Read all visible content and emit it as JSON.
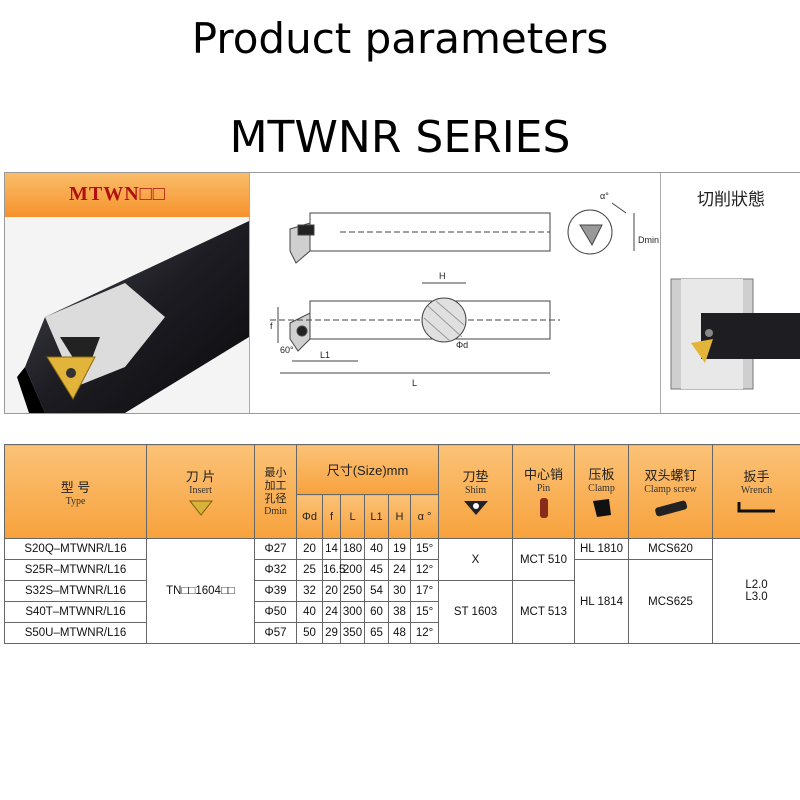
{
  "title_line1": "Product parameters",
  "title_line2": "MTWNR SERIES",
  "figure": {
    "series_label": "MTWN□□",
    "state_label": "切削狀態",
    "dim_H": "H",
    "dim_f": "f",
    "dim_L1": "L1",
    "dim_L": "L",
    "dim_d": "Φd",
    "dim_dmin": "Dmin",
    "dim_alpha": "α°",
    "dim_angle": "60°"
  },
  "headers": {
    "type_cn": "型 号",
    "type_en": "Type",
    "insert_cn": "刀 片",
    "insert_en": "Insert",
    "dmin_cn": "最小\n加工\n孔径",
    "dmin_en": "Dmin",
    "size": "尺寸(Size)mm",
    "shim_cn": "刀垫",
    "shim_en": "Shim",
    "pin_cn": "中心销",
    "pin_en": "Pin",
    "clamp_cn": "压板",
    "clamp_en": "Clamp",
    "screw_cn": "双头螺钉",
    "screw_en": "Clamp screw",
    "wrench_cn": "扳手",
    "wrench_en": "Wrench",
    "d": "Φd",
    "f": "f",
    "L": "L",
    "L1": "L1",
    "H": "H",
    "alpha": "α °"
  },
  "rows": [
    {
      "type": "S20Q–MTWNR/L16",
      "dmin": "Φ27",
      "d": "20",
      "f": "14",
      "L": "180",
      "L1": "40",
      "H": "19",
      "a": "15°"
    },
    {
      "type": "S25R–MTWNR/L16",
      "dmin": "Φ32",
      "d": "25",
      "f": "16.5",
      "L": "200",
      "L1": "45",
      "H": "24",
      "a": "12°"
    },
    {
      "type": "S32S–MTWNR/L16",
      "dmin": "Φ39",
      "d": "32",
      "f": "20",
      "L": "250",
      "L1": "54",
      "H": "30",
      "a": "17°"
    },
    {
      "type": "S40T–MTWNR/L16",
      "dmin": "Φ50",
      "d": "40",
      "f": "24",
      "L": "300",
      "L1": "60",
      "H": "38",
      "a": "15°"
    },
    {
      "type": "S50U–MTWNR/L16",
      "dmin": "Φ57",
      "d": "50",
      "f": "29",
      "L": "350",
      "L1": "65",
      "H": "48",
      "a": "12°"
    }
  ],
  "insert_value": "TN□□1604□□",
  "shim_1": "X",
  "shim_2": "ST 1603",
  "pin_1": "MCT 510",
  "pin_2": "MCT 513",
  "clamp_1": "HL 1810",
  "clamp_2": "HL 1814",
  "screw_1": "MCS620",
  "screw_2": "MCS625",
  "wrench_1": "L2.0",
  "wrench_2": "L3.0",
  "colors": {
    "header_orange": "#f7a23c",
    "series_red": "#b01010"
  }
}
